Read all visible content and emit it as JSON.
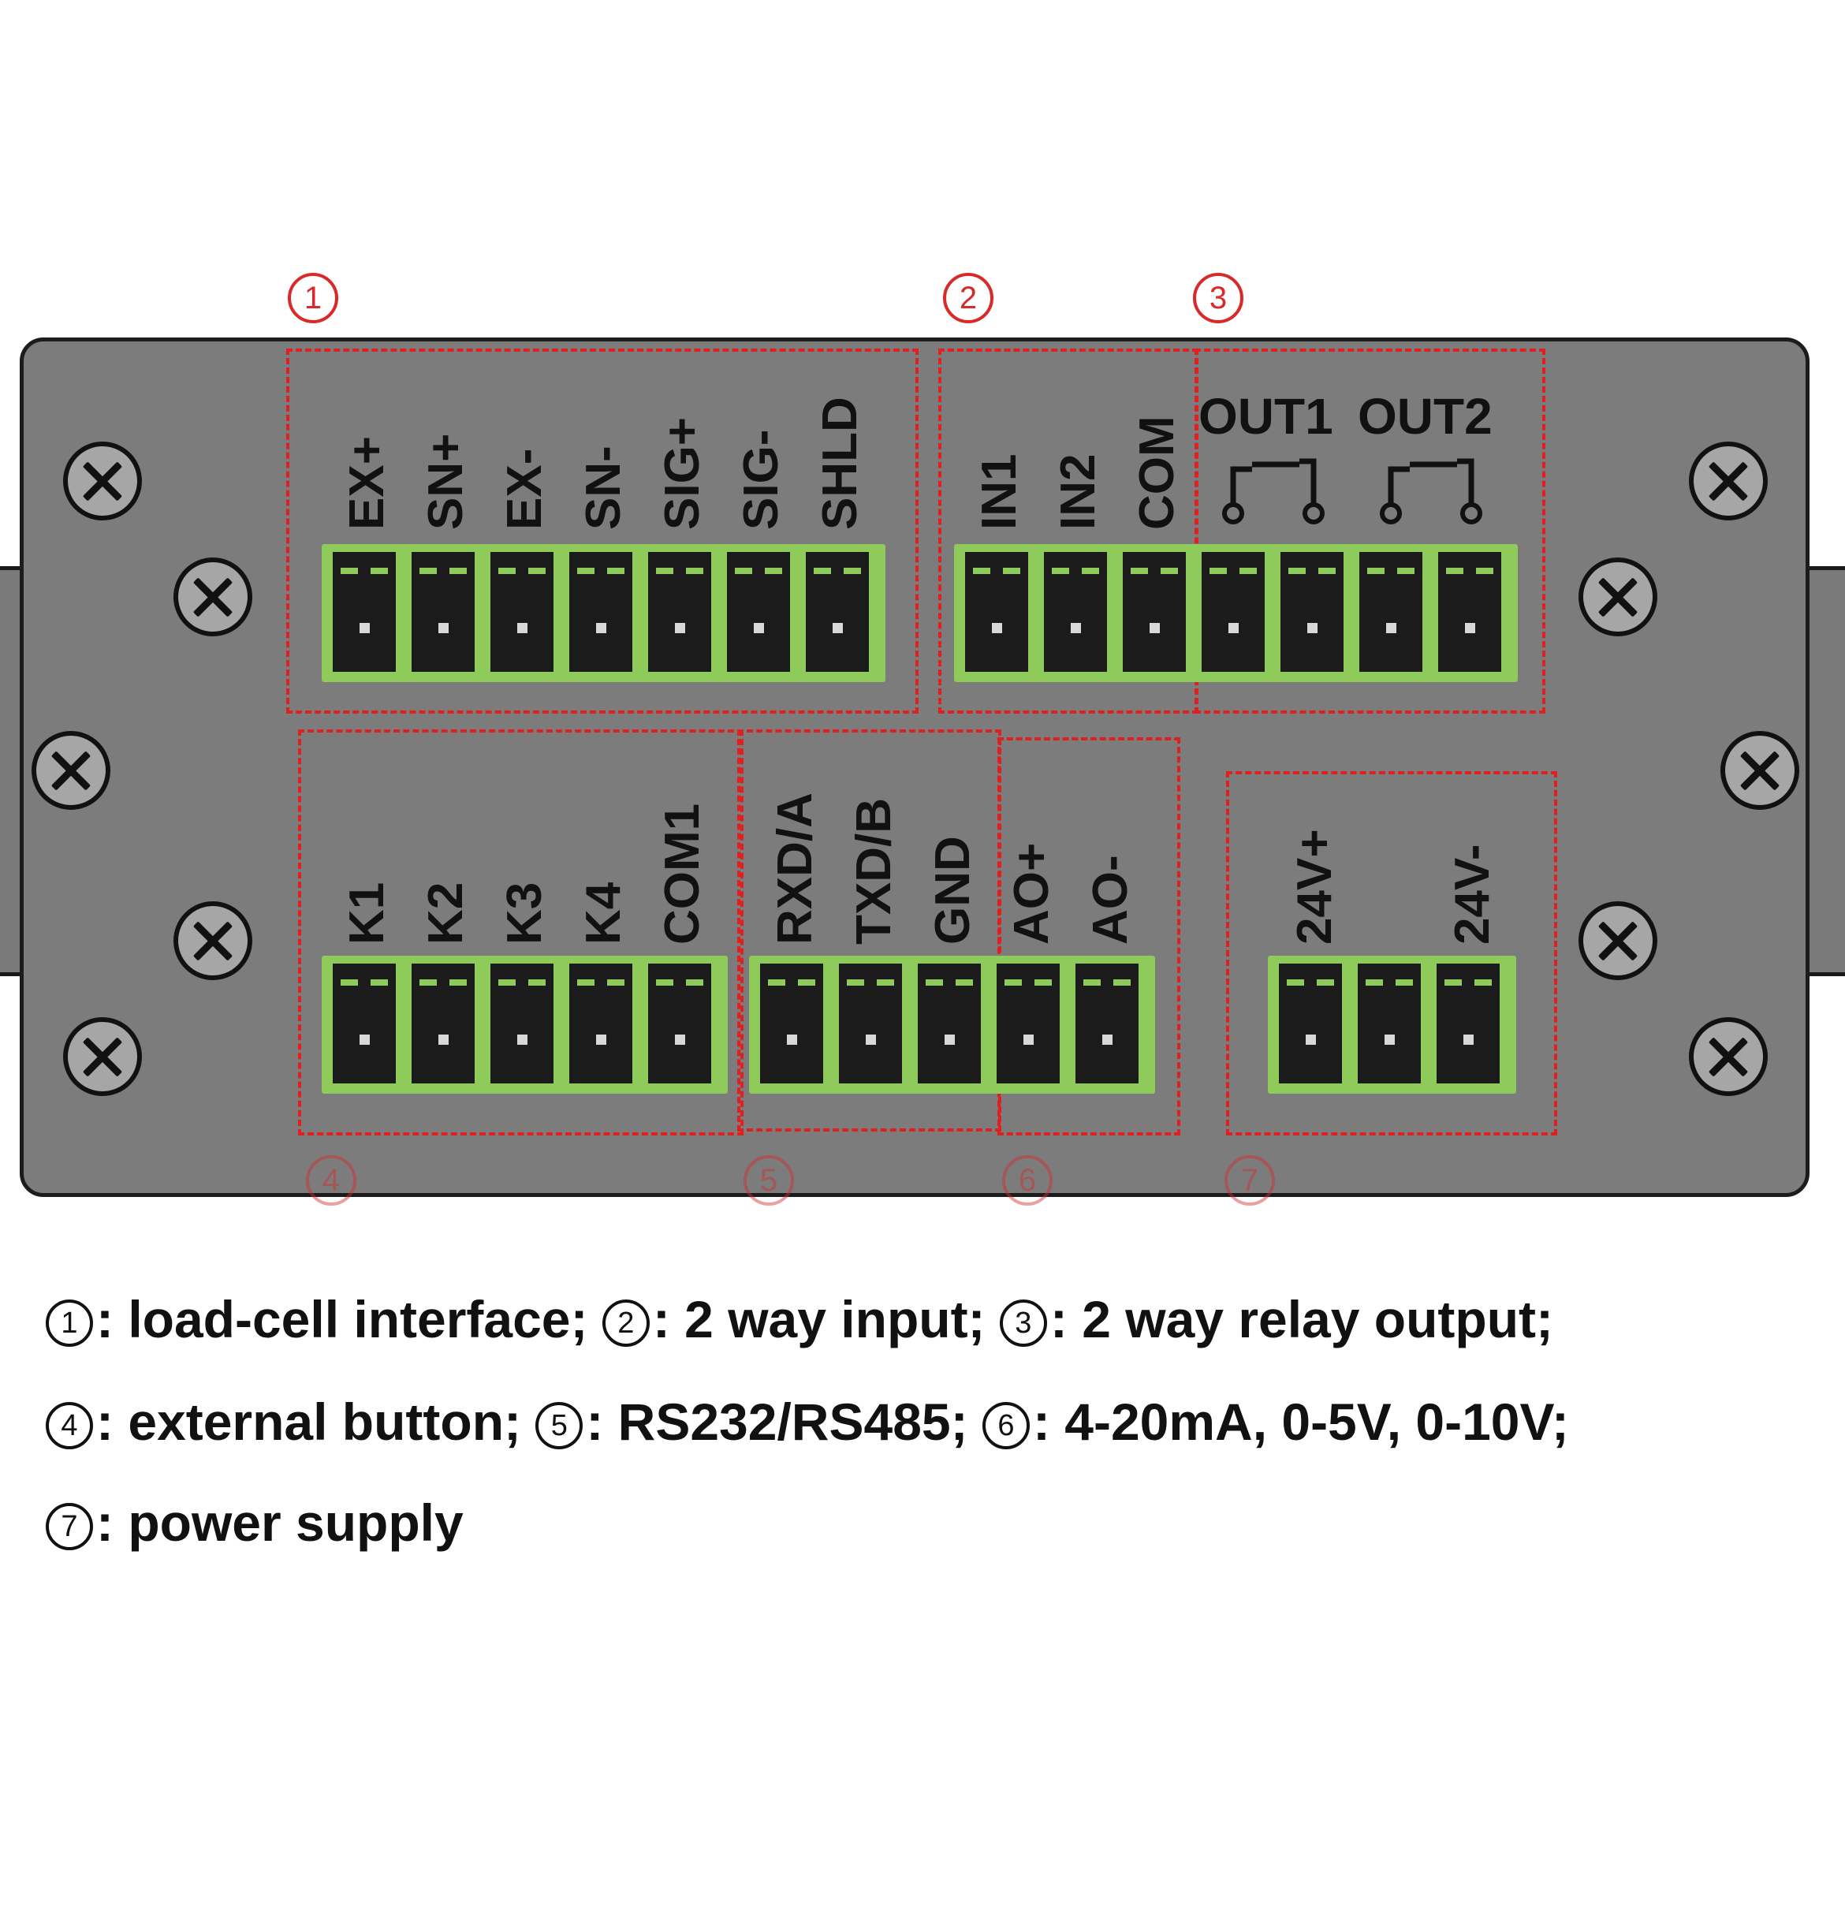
{
  "callouts": [
    "1",
    "2",
    "3",
    "4",
    "5",
    "6",
    "7"
  ],
  "groups": {
    "load_cell": {
      "labels": [
        "EX+",
        "SN+",
        "EX-",
        "SN-",
        "SIG+",
        "SIG-",
        "SHLD"
      ]
    },
    "input": {
      "labels": [
        "IN1",
        "IN2",
        "COM"
      ]
    },
    "relay": {
      "labels": [
        "OUT1",
        "OUT2"
      ]
    },
    "buttons": {
      "labels": [
        "K1",
        "K2",
        "K3",
        "K4",
        "COM1"
      ]
    },
    "comm": {
      "labels": [
        "RXD/A",
        "TXD/B",
        "GND"
      ]
    },
    "analog": {
      "labels": [
        "AO+",
        "AO-"
      ]
    },
    "power": {
      "labels": [
        "24V+",
        "24V-"
      ]
    }
  },
  "legend": [
    [
      {
        "num": "1",
        "text": ": load-cell interface;"
      },
      {
        "num": "2",
        "text": ": 2 way input;"
      },
      {
        "num": "3",
        "text": ": 2 way relay output;"
      }
    ],
    [
      {
        "num": "4",
        "text": ": external button;"
      },
      {
        "num": "5",
        "text": ": RS232/RS485;"
      },
      {
        "num": "6",
        "text": ": 4-20mA, 0-5V, 0-10V;"
      }
    ],
    [
      {
        "num": "7",
        "text": ": power supply"
      }
    ]
  ],
  "colors": {
    "panel": "#7c7c7c",
    "terminal_block": "#8ecb5a",
    "callout_border": "#e02020",
    "text": "#111111"
  }
}
